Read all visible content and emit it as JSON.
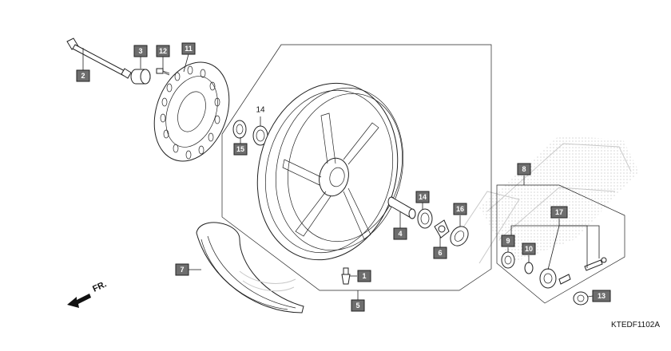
{
  "diagram_code": "KTEDF1102A",
  "front_marker": "FR.",
  "callouts": {
    "c1": "1",
    "c2": "2",
    "c3": "3",
    "c4": "4",
    "c5": "5",
    "c6": "6",
    "c7": "7",
    "c8": "8",
    "c9": "9",
    "c10": "10",
    "c11": "11",
    "c12": "12",
    "c13": "13",
    "c14a": "14",
    "c14b": "14",
    "c15": "15",
    "c16": "16",
    "c17": "17"
  },
  "colors": {
    "callout_fill": "#6e6e6e",
    "line": "#222222",
    "watermark": "#c9c9c9"
  }
}
